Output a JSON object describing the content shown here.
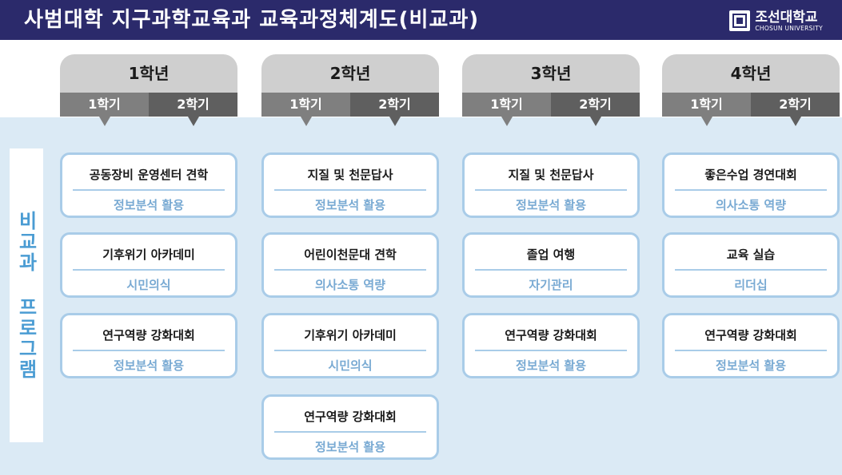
{
  "header": {
    "title": "사범대학 지구과학교육과 교육과정체계도(비교과)",
    "logo_ko": "조선대학교",
    "logo_en": "CHOSUN UNIVERSITY"
  },
  "side_label": "비교과 프로그램",
  "colors": {
    "header_bg": "#2b2a6b",
    "panel_bg": "#dbeaf5",
    "card_border": "#a9cce8",
    "accent_text": "#79aad3",
    "side_label": "#4a9cd3"
  },
  "years": [
    {
      "label": "1학년",
      "semesters": [
        "1학기",
        "2학기"
      ],
      "programs": [
        {
          "title": "공동장비 운영센터 견학",
          "competency": "정보분석 활용"
        },
        {
          "title": "기후위기 아카데미",
          "competency": "시민의식"
        },
        {
          "title": "연구역량 강화대회",
          "competency": "정보분석 활용"
        }
      ]
    },
    {
      "label": "2학년",
      "semesters": [
        "1학기",
        "2학기"
      ],
      "programs": [
        {
          "title": "지질 및 천문답사",
          "competency": "정보분석 활용"
        },
        {
          "title": "어린이천문대 견학",
          "competency": "의사소통 역량"
        },
        {
          "title": "기후위기 아카데미",
          "competency": "시민의식"
        },
        {
          "title": "연구역량 강화대회",
          "competency": "정보분석 활용"
        }
      ]
    },
    {
      "label": "3학년",
      "semesters": [
        "1학기",
        "2학기"
      ],
      "programs": [
        {
          "title": "지질 및 천문답사",
          "competency": "정보분석 활용"
        },
        {
          "title": "졸업 여행",
          "competency": "자기관리"
        },
        {
          "title": "연구역량 강화대회",
          "competency": "정보분석 활용"
        }
      ]
    },
    {
      "label": "4학년",
      "semesters": [
        "1학기",
        "2학기"
      ],
      "programs": [
        {
          "title": "좋은수업 경연대회",
          "competency": "의사소통 역량"
        },
        {
          "title": "교육 실습",
          "competency": "리더십"
        },
        {
          "title": "연구역량 강화대회",
          "competency": "정보분석 활용"
        }
      ]
    }
  ]
}
